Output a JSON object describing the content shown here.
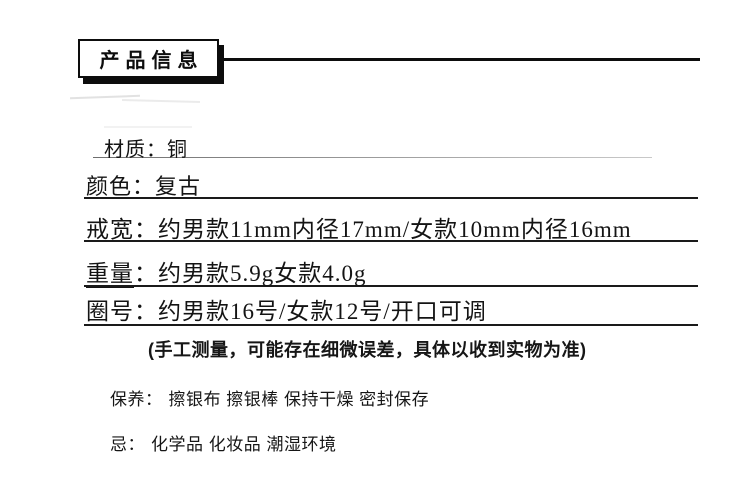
{
  "header": {
    "title": "产品信息"
  },
  "specs": [
    {
      "label": "材质",
      "sep": "：",
      "value": "铜"
    },
    {
      "label": "颜色",
      "sep": "：",
      "value": "复古"
    },
    {
      "label": "戒宽",
      "sep": "：",
      "value": "约男款11mm内径17mm/女款10mm内径16mm"
    },
    {
      "label": "重量",
      "sep": "：",
      "value": "约男款5.9g女款4.0g"
    },
    {
      "label": "圈号",
      "sep": "：",
      "value": "约男款16号/女款12号/开口可调"
    }
  ],
  "note": "(手工测量，可能存在细微误差，具体以收到实物为准)",
  "care": [
    {
      "label": "保养：",
      "value": "擦银布 擦银棒 保持干燥 密封保存"
    },
    {
      "label": "忌：",
      "value": "化学品 化妆品 潮湿环境"
    }
  ],
  "colors": {
    "ink": "#0d0d0d",
    "text": "#141414",
    "faded_rule": "#c9c9c9",
    "background": "#ffffff"
  }
}
